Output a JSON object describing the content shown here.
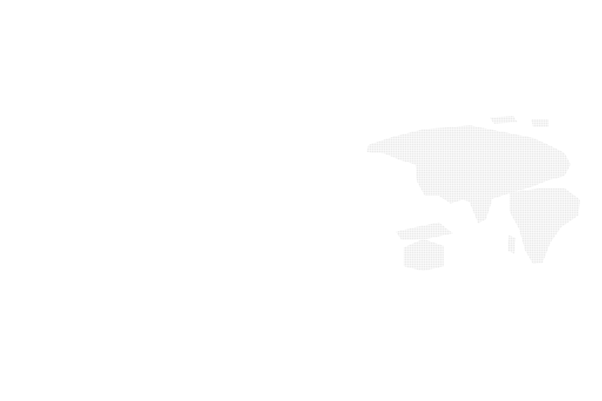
{
  "background": {
    "color": "#ffffff"
  },
  "world_map": {
    "style": "dotted",
    "mirrored": true,
    "dot_color": "#e6e6e6",
    "regions": [
      "eurasia",
      "africa",
      "india",
      "southeast-asia-islands",
      "australia",
      "madagascar"
    ]
  }
}
